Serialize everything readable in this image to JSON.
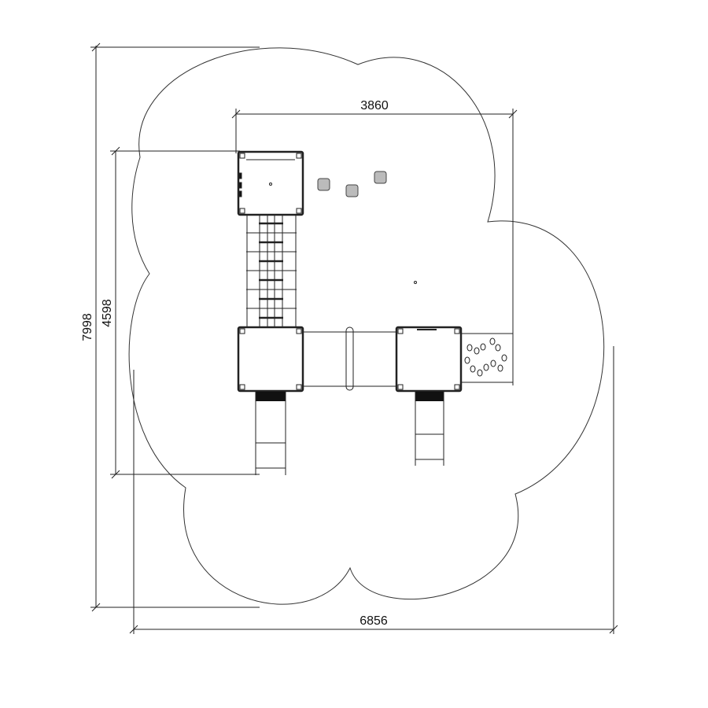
{
  "drawing": {
    "dimensions": {
      "top_width": "3860",
      "inner_height": "4598",
      "total_height": "7998",
      "total_width": "6856"
    },
    "colors": {
      "line": "#222222",
      "fill": "#111111"
    }
  }
}
